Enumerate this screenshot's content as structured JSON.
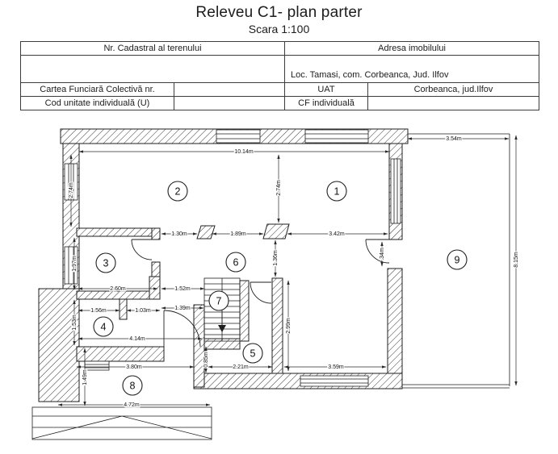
{
  "header": {
    "title": "Releveu C1- plan parter",
    "subtitle": "Scara 1:100"
  },
  "table": {
    "nr_cadastral_header": "Nr. Cadastral al terenului",
    "adresa_header": "Adresa imobilului",
    "adresa_value": "Loc. Tamasi, com. Corbeanca, Jud. Ilfov",
    "cartea_funciara_label": "Cartea Funciară Colectivă nr.",
    "uat_label": "UAT",
    "uat_value": "Corbeanca, jud.Ilfov",
    "cod_unitate_label": "Cod unitate individuală (U)",
    "cf_individuala_label": "CF individuală"
  },
  "plan": {
    "rooms": [
      "1",
      "2",
      "3",
      "4",
      "5",
      "6",
      "7",
      "8",
      "9"
    ],
    "dims": {
      "top_width": "10.14m",
      "terrace_right_top": "3.54m",
      "terrace_right_height": "8.15m",
      "room2_height_left": "2.74m",
      "room2_height_mid": "2.74m",
      "room3_height": "1.97m",
      "span_1_30": "1.30m",
      "span_1_89": "1.89m",
      "room1_width": "3.42m",
      "pillar_to_stairs": "1.36m",
      "door_segment": ".34m",
      "room3_width": "2.60m",
      "stairs_top_width": "1.52m",
      "seg_1_56": "1.56m",
      "seg_1_03": "1.03m",
      "hall_width": "1.39m",
      "room4_height": "1.53m",
      "room4_width": "4.14m",
      "hall_height": "2.99m",
      "wall_0_85": "0.85m",
      "room5_width": "2.21m",
      "room1_bottom_width": "3.59m",
      "room8_width": "3.80m",
      "room8_height": "1.49m",
      "terrace8_width": "4.72m"
    }
  }
}
